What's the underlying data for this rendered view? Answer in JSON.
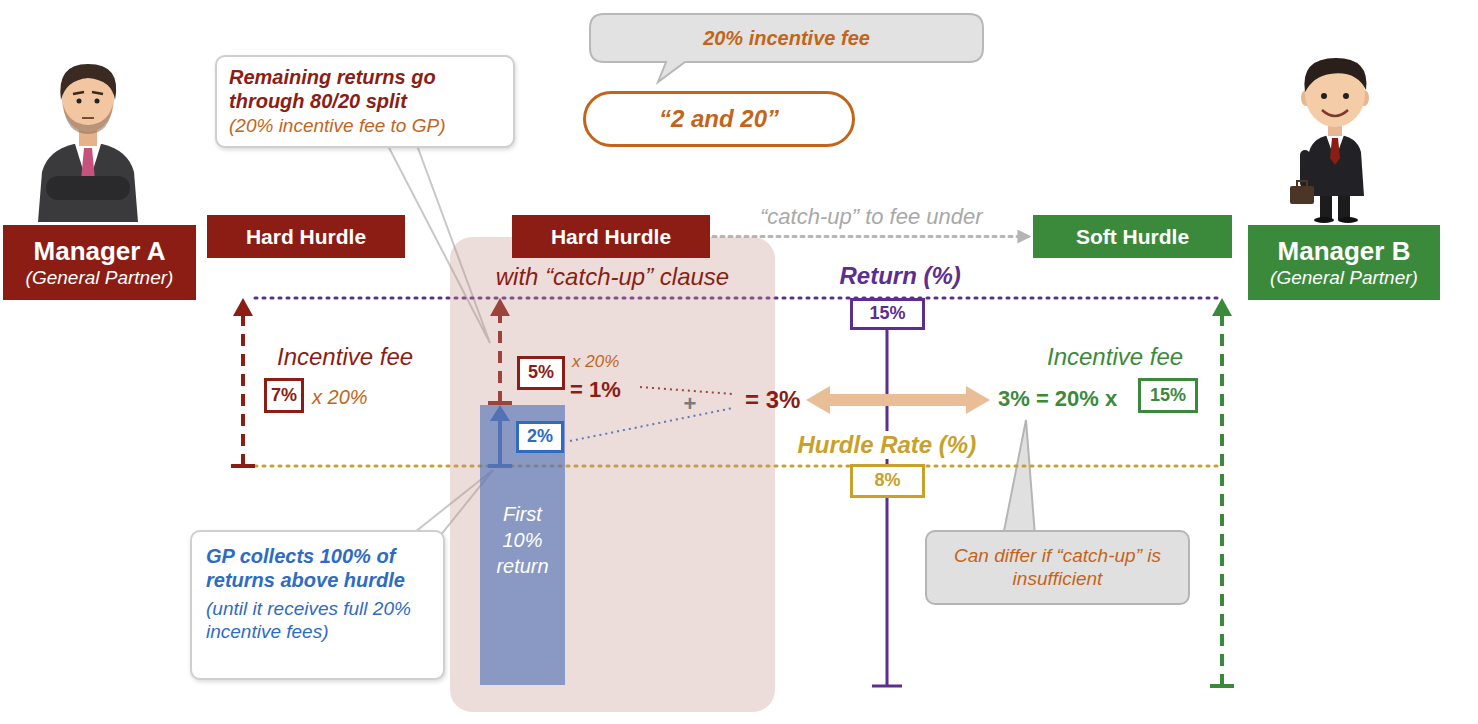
{
  "diagram": {
    "nodes": [
      {
        "text": [
          "20% incentive fee"
        ]
      },
      {
        "text": [
          "“2 and 20”"
        ]
      },
      {
        "text": [
          "Remaining returns go through 80/20 split",
          "(20% incentive fee to GP)"
        ]
      },
      {
        "text": [
          "Manager A",
          "(General Partner)"
        ]
      },
      {
        "text": [
          "Hard Hurdle"
        ]
      },
      {
        "text": [
          "with “catch-up” clause"
        ]
      },
      {
        "text": [
          "Hard Hurdle"
        ],
        "in": 5
      },
      {
        "text": [
          "Soft Hurdle"
        ]
      },
      {
        "text": [
          "Manager B",
          "(General Partner)"
        ]
      },
      {
        "text": [
          "15%"
        ]
      },
      {
        "text": [
          "7%"
        ]
      },
      {
        "text": [
          "First 10% return"
        ],
        "in": 5
      },
      {
        "text": [
          "5%"
        ],
        "in": 5
      },
      {
        "text": [
          "2%"
        ],
        "in": 5
      },
      {
        "text": [
          "15%"
        ]
      },
      {
        "text": [
          "8%"
        ]
      },
      {
        "text": [
          "GP collects 100% of returns above hurdle",
          "(until it receives full 20% incentive fees)"
        ]
      },
      {
        "text": [
          "Can differ if “catch-up” is insufficient"
        ]
      }
    ],
    "edges": [
      {
        "from": 6,
        "to": 7,
        "arrow": "to",
        "label": "“catch-up” to fee under"
      }
    ],
    "labels": [
      "Return (%)",
      "Incentive fee",
      "x 20%",
      "Incentive fee",
      "= 1%",
      "x 20%",
      "= 3%",
      "+",
      "3% = 20% x",
      "Hurdle Rate (%)"
    ]
  }
}
